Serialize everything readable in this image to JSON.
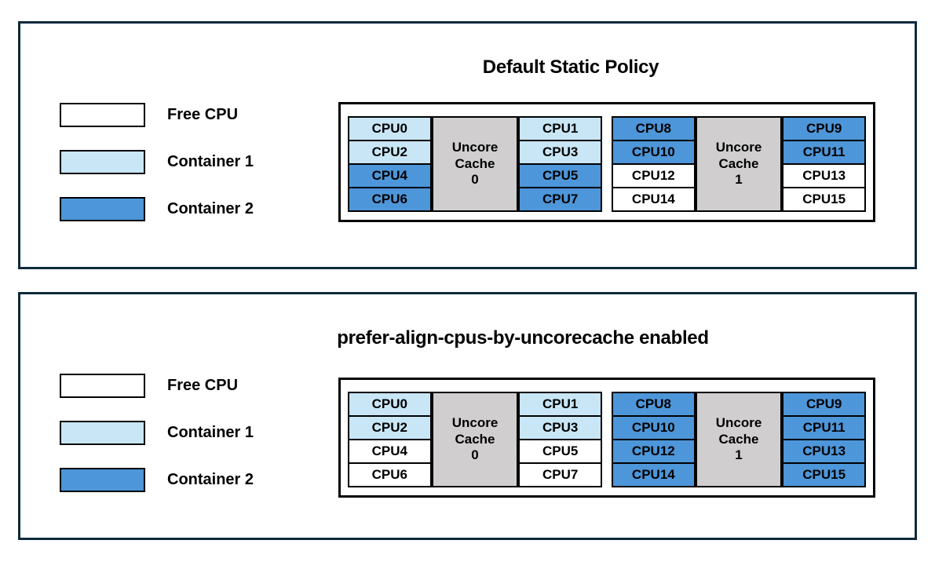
{
  "colors": {
    "free_cpu": "#FFFFFF",
    "container1": "#C8E6F5",
    "container2": "#4D96D9",
    "uncore_cache": "#D0CECE",
    "panel_border": "#0E2A3C",
    "cell_border": "#000000"
  },
  "legend": [
    {
      "label": "Free CPU",
      "state": "free_cpu"
    },
    {
      "label": "Container 1",
      "state": "container1"
    },
    {
      "label": "Container 2",
      "state": "container2"
    }
  ],
  "panels": [
    {
      "title": "Default Static Policy",
      "groups": [
        {
          "uncore_label": [
            "Uncore",
            "Cache",
            "0"
          ],
          "left_cpus": [
            {
              "label": "CPU0",
              "state": "container1"
            },
            {
              "label": "CPU2",
              "state": "container1"
            },
            {
              "label": "CPU4",
              "state": "container2"
            },
            {
              "label": "CPU6",
              "state": "container2"
            }
          ],
          "right_cpus": [
            {
              "label": "CPU1",
              "state": "container1"
            },
            {
              "label": "CPU3",
              "state": "container1"
            },
            {
              "label": "CPU5",
              "state": "container2"
            },
            {
              "label": "CPU7",
              "state": "container2"
            }
          ]
        },
        {
          "uncore_label": [
            "Uncore",
            "Cache",
            "1"
          ],
          "left_cpus": [
            {
              "label": "CPU8",
              "state": "container2"
            },
            {
              "label": "CPU10",
              "state": "container2"
            },
            {
              "label": "CPU12",
              "state": "free_cpu"
            },
            {
              "label": "CPU14",
              "state": "free_cpu"
            }
          ],
          "right_cpus": [
            {
              "label": "CPU9",
              "state": "container2"
            },
            {
              "label": "CPU11",
              "state": "container2"
            },
            {
              "label": "CPU13",
              "state": "free_cpu"
            },
            {
              "label": "CPU15",
              "state": "free_cpu"
            }
          ]
        }
      ]
    },
    {
      "title": "prefer-align-cpus-by-uncorecache enabled",
      "groups": [
        {
          "uncore_label": [
            "Uncore",
            "Cache",
            "0"
          ],
          "left_cpus": [
            {
              "label": "CPU0",
              "state": "container1"
            },
            {
              "label": "CPU2",
              "state": "container1"
            },
            {
              "label": "CPU4",
              "state": "free_cpu"
            },
            {
              "label": "CPU6",
              "state": "free_cpu"
            }
          ],
          "right_cpus": [
            {
              "label": "CPU1",
              "state": "container1"
            },
            {
              "label": "CPU3",
              "state": "container1"
            },
            {
              "label": "CPU5",
              "state": "free_cpu"
            },
            {
              "label": "CPU7",
              "state": "free_cpu"
            }
          ]
        },
        {
          "uncore_label": [
            "Uncore",
            "Cache",
            "1"
          ],
          "left_cpus": [
            {
              "label": "CPU8",
              "state": "container2"
            },
            {
              "label": "CPU10",
              "state": "container2"
            },
            {
              "label": "CPU12",
              "state": "container2"
            },
            {
              "label": "CPU14",
              "state": "container2"
            }
          ],
          "right_cpus": [
            {
              "label": "CPU9",
              "state": "container2"
            },
            {
              "label": "CPU11",
              "state": "container2"
            },
            {
              "label": "CPU13",
              "state": "container2"
            },
            {
              "label": "CPU15",
              "state": "container2"
            }
          ]
        }
      ]
    }
  ]
}
